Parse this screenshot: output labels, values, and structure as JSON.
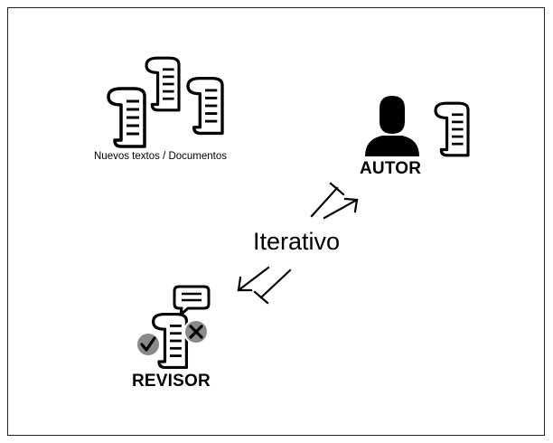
{
  "diagram": {
    "documents_caption": "Nuevos textos / Documentos",
    "author_label": "AUTOR",
    "reviewer_label": "REVISOR",
    "cycle_label": "Iterativo"
  },
  "icons": {
    "documents": "stacked-scroll-documents-icon",
    "author": "person-silhouette-icon",
    "author_document": "scroll-document-icon",
    "reviewer_comment": "speech-bubble-icon",
    "reviewer_document": "scroll-document-icon",
    "approve": "check-mark-icon",
    "reject": "x-mark-icon"
  },
  "colors": {
    "ink": "#000000",
    "badge": "#8a8a8a",
    "background": "#ffffff"
  }
}
